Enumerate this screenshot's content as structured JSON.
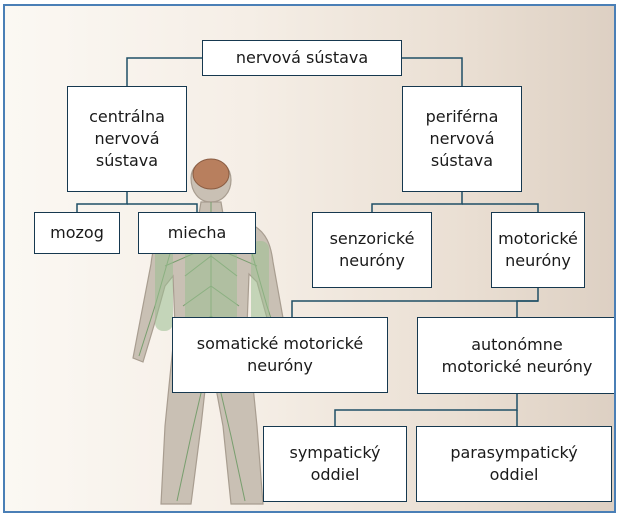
{
  "diagram": {
    "nodes": {
      "root": "nervová sústava",
      "central": "centrálna\nnervová\nsústava",
      "peripheral": "periférna\nnervová\nsústava",
      "brain": "mozog",
      "spinal_cord": "miecha",
      "sensory": "senzorické\nneuróny",
      "motor": "motorické\nneuróny",
      "somatic": "somatické motorické\nneuróny",
      "autonomic": "autonómne\nmotorické neuróny",
      "sympathetic": "sympatický\noddiel",
      "parasympathetic": "parasympatický\noddiel"
    }
  },
  "colors": {
    "frame_border": "#4a7fb6",
    "connector": "#1f4f66",
    "nerve_green": "#8fb287",
    "brain": "#b87f5e"
  }
}
